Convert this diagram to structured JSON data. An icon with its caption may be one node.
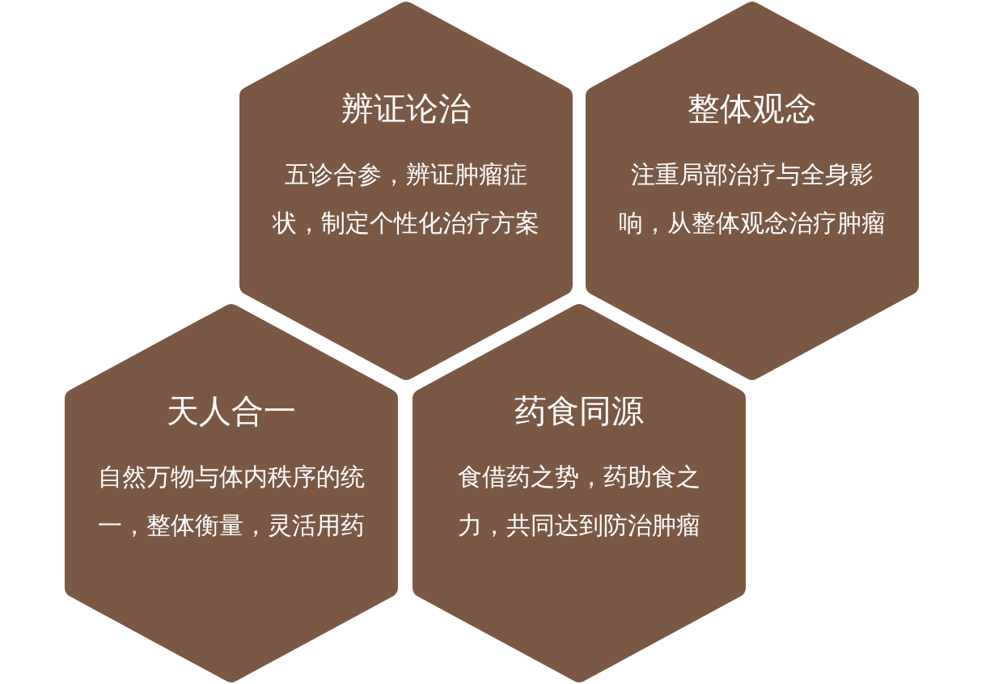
{
  "diagram": {
    "nodes": [
      {
        "text": [
          "辨证论治",
          "五诊合参，辨证肿瘤症状，制定个性化治疗方案"
        ]
      },
      {
        "text": [
          "整体观念",
          "注重局部治疗与全身影响，从整体观念治疗肿瘤"
        ]
      },
      {
        "text": [
          "天人合一",
          "自然万物与体内秩序的统一，整体衡量，灵活用药"
        ]
      },
      {
        "text": [
          "药食同源",
          "食借药之势，药助食之力，共同达到防治肿瘤"
        ]
      }
    ]
  }
}
